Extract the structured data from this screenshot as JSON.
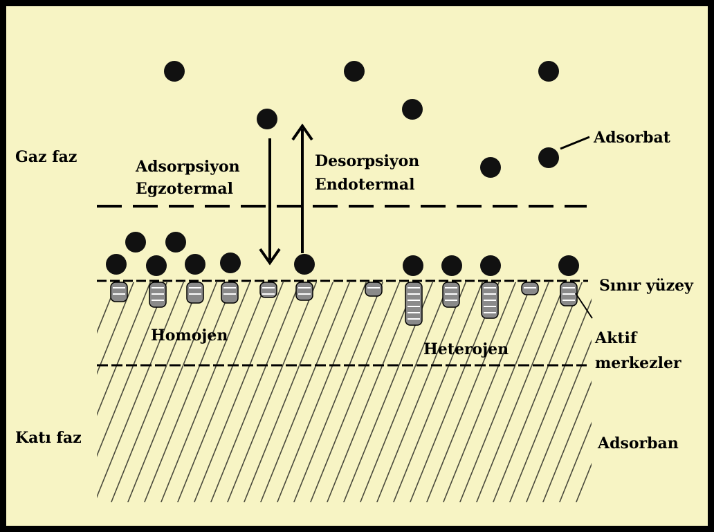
{
  "colors": {
    "background": "#f7f4c4",
    "frame": "#000000",
    "particle": "#111111",
    "hatch": "#4a4a3c",
    "site": "#8a8a8a"
  },
  "labels": {
    "gas_phase": "Gaz faz",
    "solid_phase": "Katı faz",
    "adsorption_line1": "Adsorpsiyon",
    "adsorption_line2": "Egzotermal",
    "desorption_line1": "Desorpsiyon",
    "desorption_line2": "Endotermal",
    "adsorbate": "Adsorbat",
    "boundary_surface": "Sınır yüzey",
    "homogeneous": "Homojen",
    "heterogeneous": "Heterojen",
    "active_centers_line1": "Aktif",
    "active_centers_line2": "merkezler",
    "adsorbent": "Adsorban"
  }
}
